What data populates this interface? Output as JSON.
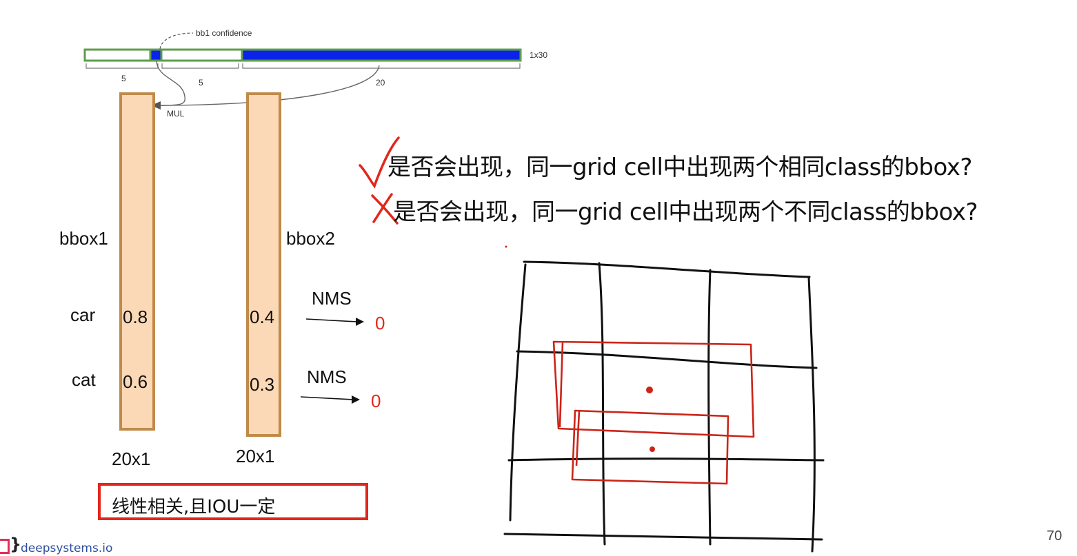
{
  "vector": {
    "confidence_label": "bb1 confidence",
    "size_label": "1x30",
    "segment_1": "5",
    "segment_2": "5",
    "segment_3": "20",
    "mul_label": "MUL"
  },
  "columns": {
    "bbox1_label": "bbox1",
    "bbox2_label": "bbox2",
    "row_car": "car",
    "row_cat": "cat",
    "bbox1_car": "0.8",
    "bbox1_cat": "0.6",
    "bbox2_car": "0.4",
    "bbox2_cat": "0.3",
    "bbox1_size": "20x1",
    "bbox2_size": "20x1"
  },
  "nms": {
    "label_1": "NMS",
    "label_2": "NMS",
    "result_1": "0",
    "result_2": "0"
  },
  "questions": {
    "q1": "是否会出现，同一grid cell中出现两个相同class的bbox?",
    "q2": "是否会出现，同一grid cell中出现两个不同class的bbox?"
  },
  "note": "线性相关,且IOU一定",
  "page_number": "70",
  "brand": "deepsystems.io",
  "colors": {
    "green_outline": "#5c9e4a",
    "blue_fill": "#0b22e8",
    "bar_fill": "#fcd9b6",
    "bar_border": "#c08a4a",
    "red_ink": "#e3261a",
    "grid_ink": "#111111"
  }
}
